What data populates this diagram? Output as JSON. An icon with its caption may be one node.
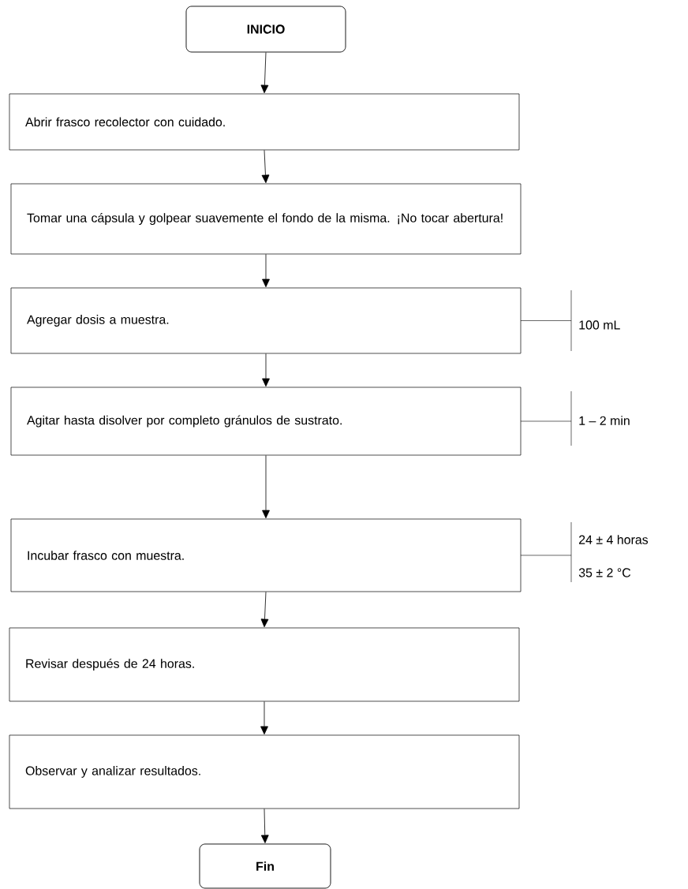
{
  "diagram": {
    "nodes": [
      {
        "text": [
          "INICIO"
        ]
      },
      {
        "text": [
          "Abrir frasco recolector con cuidado."
        ]
      },
      {
        "text": [
          "Tomar una cápsula y golpear suavemente el fondo de la misma. ¡No tocar abertura!"
        ]
      },
      {
        "text": [
          "Agregar dosis a muestra."
        ]
      },
      {
        "text": [
          "Agitar hasta disolver por completo gránulos de sustrato."
        ]
      },
      {
        "text": [
          "Incubar frasco con muestra."
        ]
      },
      {
        "text": [
          "Revisar después de 24 horas."
        ]
      },
      {
        "text": [
          "Observar y analizar resultados."
        ]
      },
      {
        "text": [
          "Fin"
        ]
      }
    ],
    "edges": [
      {
        "from": 0,
        "to": 1,
        "arrow": "to"
      },
      {
        "from": 1,
        "to": 2,
        "arrow": "to"
      },
      {
        "from": 2,
        "to": 3,
        "arrow": "to"
      },
      {
        "from": 3,
        "to": 4,
        "arrow": "to"
      },
      {
        "from": 4,
        "to": 5,
        "arrow": "to"
      },
      {
        "from": 5,
        "to": 6,
        "arrow": "to"
      },
      {
        "from": 6,
        "to": 7,
        "arrow": "to"
      },
      {
        "from": 7,
        "to": 8,
        "arrow": "to"
      }
    ],
    "labels": [
      "100 mL",
      "1 – 2 min",
      "24 ± 4 horas",
      "35 ± 2 °C"
    ]
  }
}
